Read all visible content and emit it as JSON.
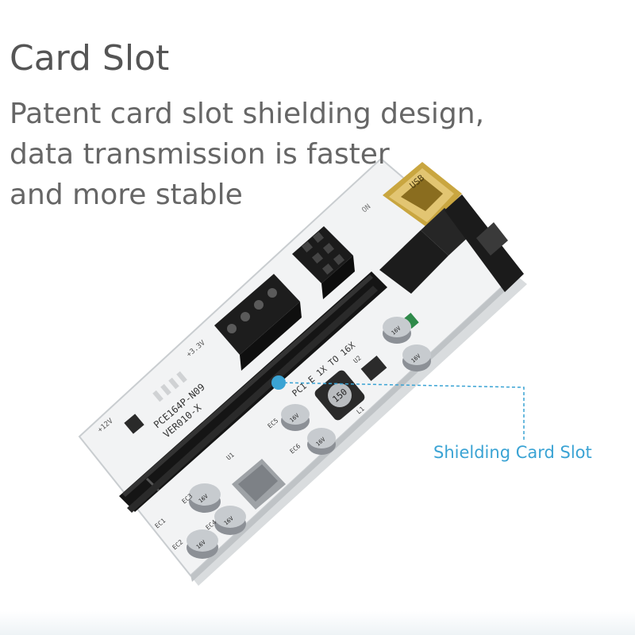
{
  "heading": "Card Slot",
  "description_lines": [
    "Patent card slot shielding design,",
    "data transmission is faster",
    "and more stable"
  ],
  "callout": {
    "label": "Shielding Card Slot",
    "color": "#3aa3d4"
  },
  "board_silkscreen": {
    "model": "PCE164P-N09",
    "version": "VER010-X",
    "interface": "PCI-E 1X TO 16X",
    "inductor": "150",
    "voltage_12v": "+12V",
    "voltage_33v": "+3.3V",
    "on_label": "ON",
    "capacitor_labels": [
      "EC1",
      "EC2",
      "EC3",
      "EC4",
      "EC5",
      "EC6"
    ],
    "regulator_label": "U1",
    "ic_label": "U2",
    "coil_label": "L1"
  },
  "colors": {
    "heading": "#555555",
    "description": "#666666",
    "board": "#f2f3f4",
    "slot": "#1a1a1a",
    "usb_gold": "#c9a640"
  }
}
